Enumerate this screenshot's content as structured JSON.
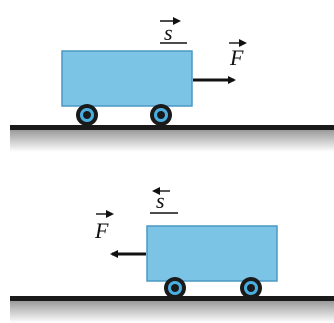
{
  "diagram": {
    "colors": {
      "cart_body": "#7cc4e6",
      "cart_edge": "#4a98c4",
      "ground": "#1a1a1a",
      "ground_shadow": "#b5b5b5",
      "wheel_outer": "#1a1a1a",
      "wheel_ring": "#4aaee0",
      "arrow": "#111111"
    },
    "scenes": [
      {
        "name": "force-along-displacement",
        "displacement_label": "s",
        "force_label": "F",
        "displacement_direction": "right",
        "force_direction": "right"
      },
      {
        "name": "force-opposite-displacement",
        "displacement_label": "s",
        "force_label": "F",
        "displacement_direction": "left",
        "force_direction": "left"
      }
    ]
  }
}
